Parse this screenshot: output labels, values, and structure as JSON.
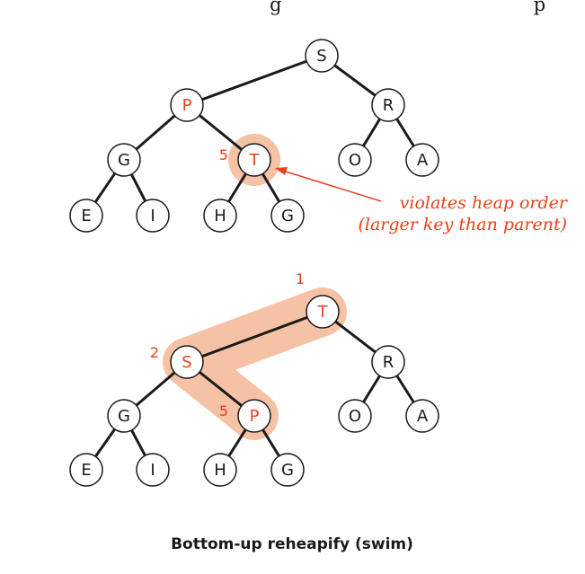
{
  "top_text": "g                                          p",
  "colors": {
    "highlight": "#f5c2a6",
    "accent": "#e8401a",
    "ink": "#1a1a1a"
  },
  "diagram1": {
    "nodes": [
      {
        "id": "s",
        "label": "S",
        "red": false
      },
      {
        "id": "p",
        "label": "P",
        "red": true
      },
      {
        "id": "r",
        "label": "R",
        "red": false
      },
      {
        "id": "g1",
        "label": "G",
        "red": false
      },
      {
        "id": "t",
        "label": "T",
        "red": true
      },
      {
        "id": "o",
        "label": "O",
        "red": false
      },
      {
        "id": "a",
        "label": "A",
        "red": false
      },
      {
        "id": "e",
        "label": "E",
        "red": false
      },
      {
        "id": "i",
        "label": "I",
        "red": false
      },
      {
        "id": "h",
        "label": "H",
        "red": false
      },
      {
        "id": "g2",
        "label": "G",
        "red": false
      }
    ],
    "index_labels": [
      "5"
    ],
    "annotation_line1": "violates heap order",
    "annotation_line2": "(larger key than parent)"
  },
  "diagram2": {
    "nodes": [
      {
        "id": "t",
        "label": "T",
        "red": true
      },
      {
        "id": "s",
        "label": "S",
        "red": true
      },
      {
        "id": "r",
        "label": "R",
        "red": false
      },
      {
        "id": "g1",
        "label": "G",
        "red": false
      },
      {
        "id": "p",
        "label": "P",
        "red": true
      },
      {
        "id": "o",
        "label": "O",
        "red": false
      },
      {
        "id": "a",
        "label": "A",
        "red": false
      },
      {
        "id": "e",
        "label": "E",
        "red": false
      },
      {
        "id": "i",
        "label": "I",
        "red": false
      },
      {
        "id": "h",
        "label": "H",
        "red": false
      },
      {
        "id": "g2",
        "label": "G",
        "red": false
      }
    ],
    "index_labels": [
      "1",
      "2",
      "5"
    ]
  },
  "caption": "Bottom-up reheapify (swim)"
}
